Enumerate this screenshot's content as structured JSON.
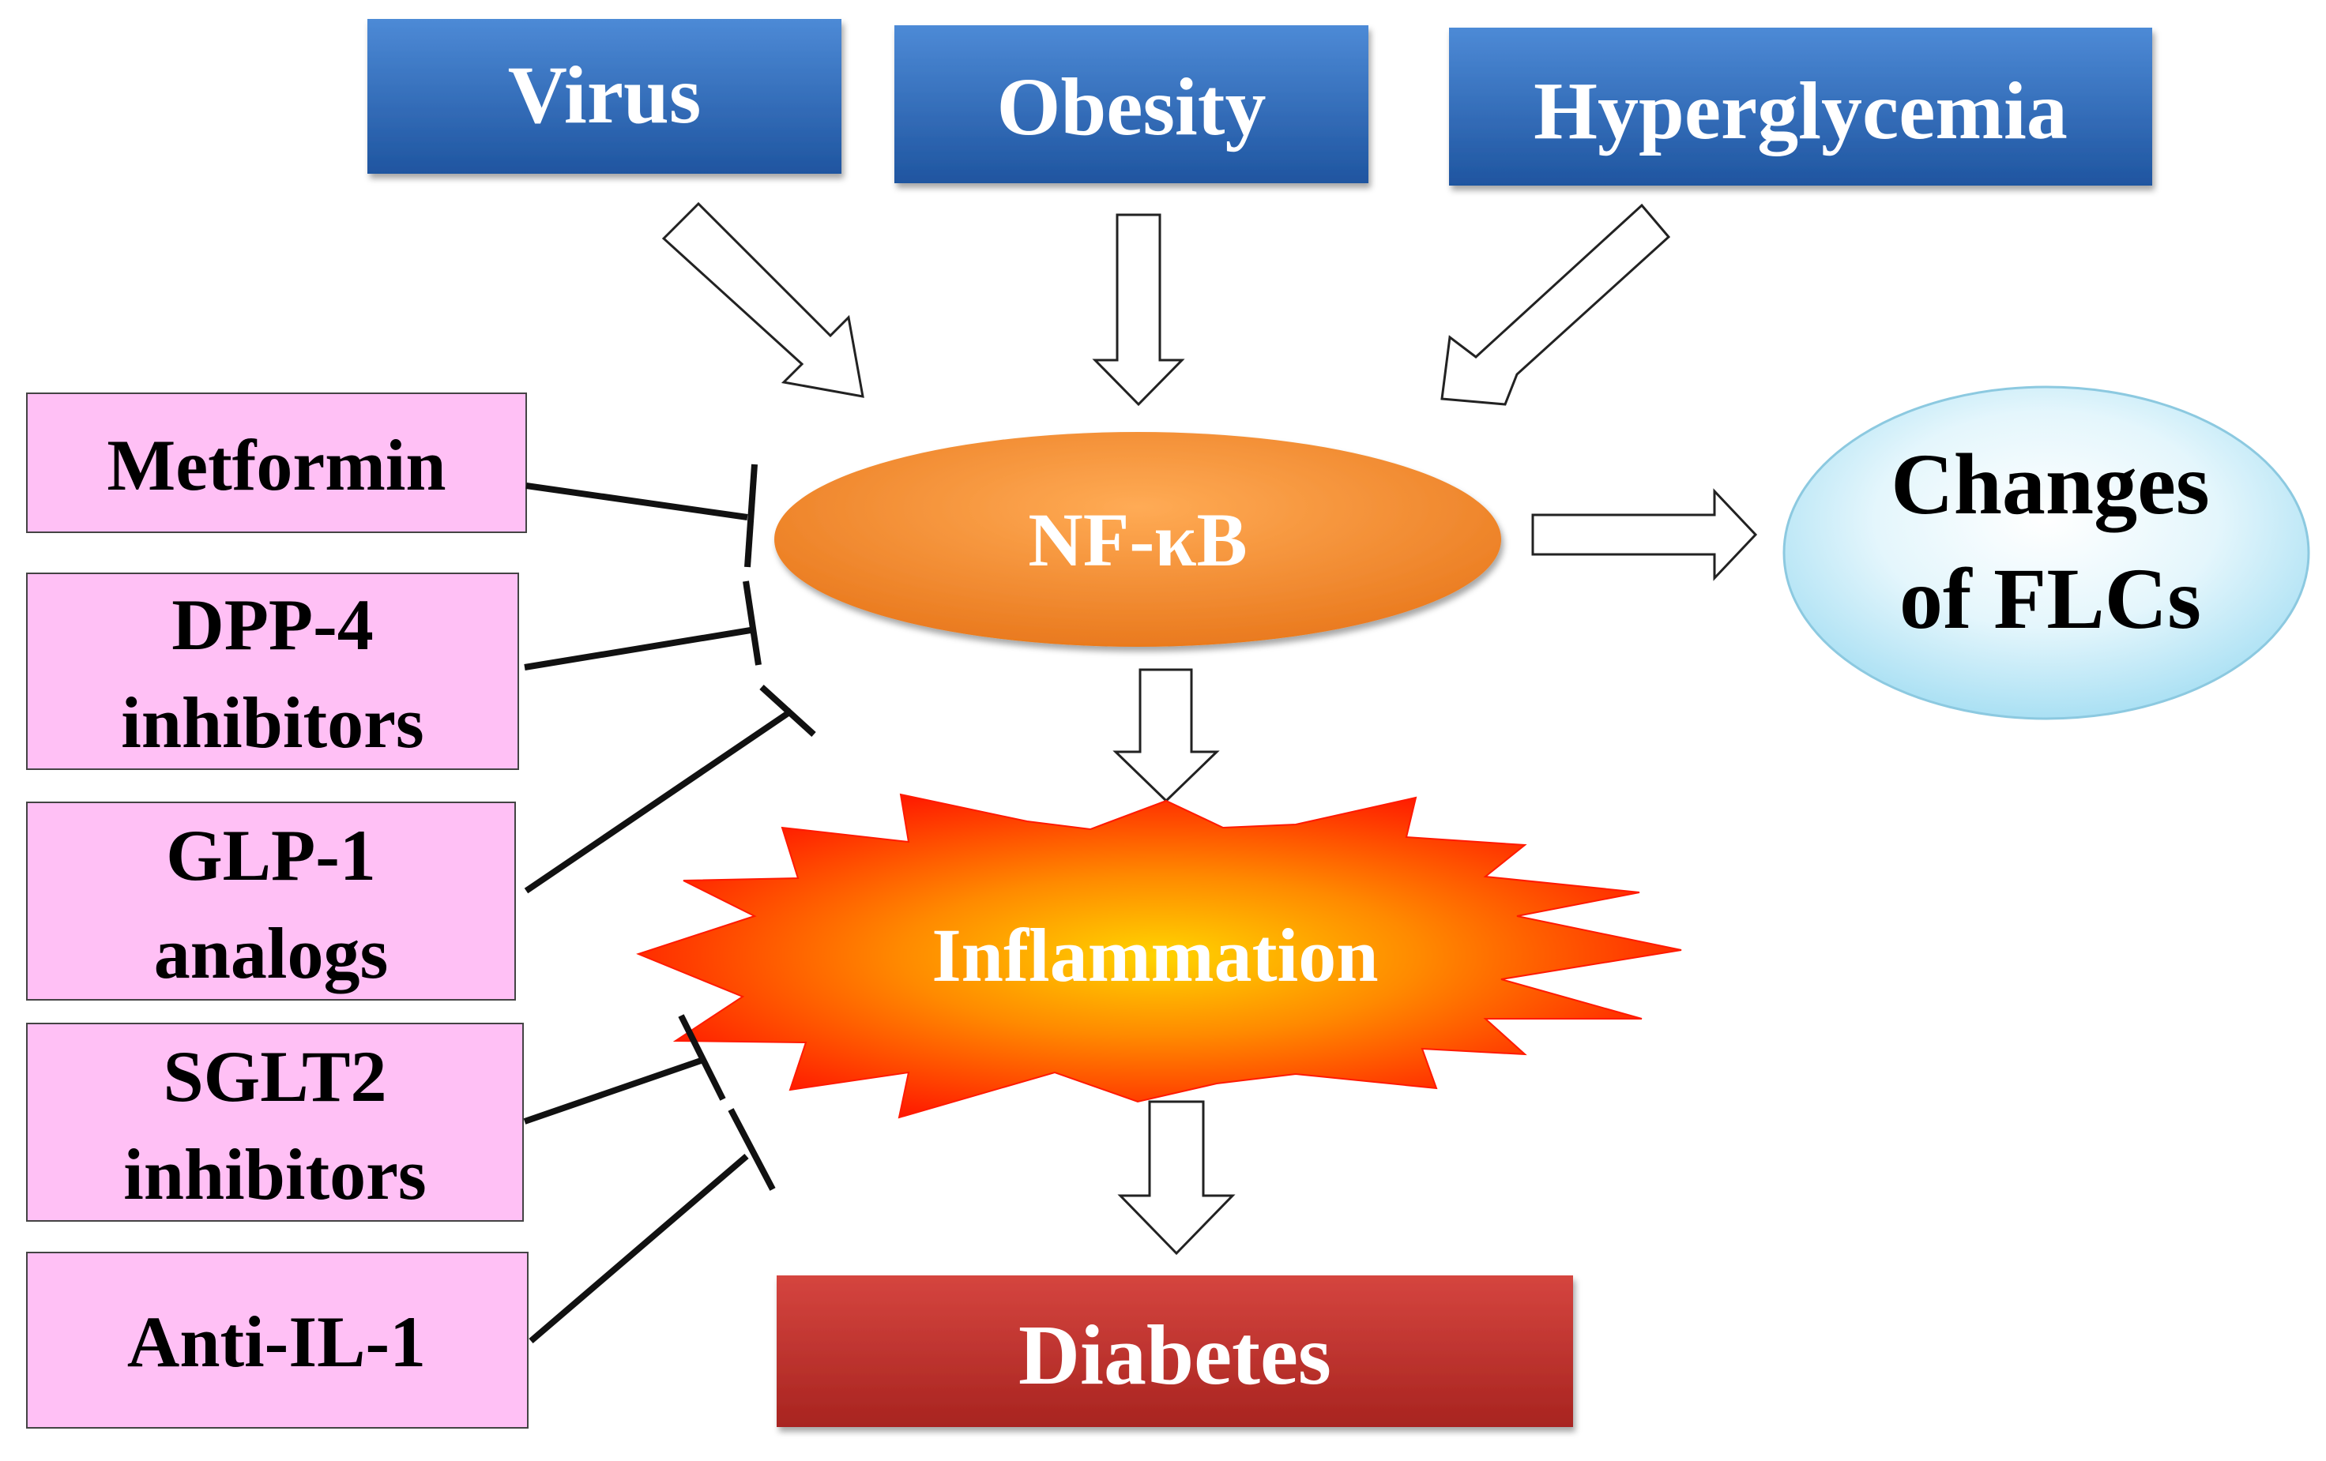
{
  "causes": {
    "virus": "Virus",
    "obesity": "Obesity",
    "hyperglycemia": "Hyperglycemia"
  },
  "center": {
    "nfkb": "NF-κB",
    "inflammation": "Inflammation"
  },
  "outcome": {
    "flc_line1": "Changes",
    "flc_line2": "of FLCs",
    "diabetes": "Diabetes"
  },
  "drugs": {
    "metformin": "Metformin",
    "dpp4_line1": "DPP-4",
    "dpp4_line2": "inhibitors",
    "glp1_line1": "GLP-1",
    "glp1_line2": "analogs",
    "sglt2_line1": "SGLT2",
    "sglt2_line2": "inhibitors",
    "antiil1": "Anti-IL-1"
  },
  "colors": {
    "cause_box": "#2e67b2",
    "drug_box": "#ffc0f5",
    "nfkb": "#f0821e",
    "inflammation": "#ff1a00",
    "flc_ellipse": "#bfe9f7",
    "diabetes": "#b52a26"
  }
}
